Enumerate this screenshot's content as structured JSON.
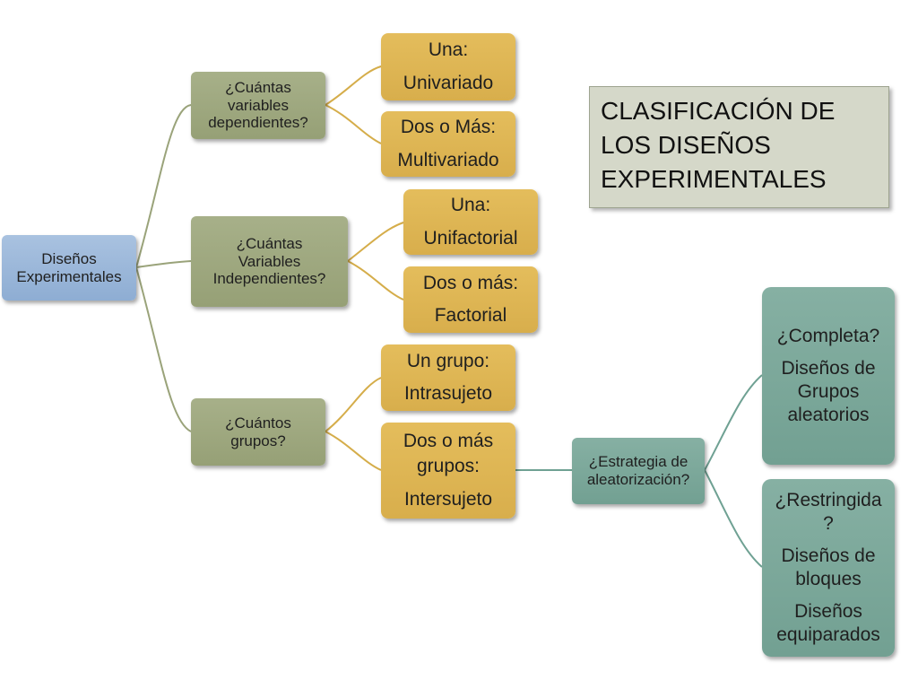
{
  "title": {
    "line1": "CLASIFICACIÓN DE",
    "line2": "LOS DISEÑOS",
    "line3": "EXPERIMENTALES"
  },
  "root": {
    "line1": "Diseños",
    "line2": "Experimentales"
  },
  "q_dependent": {
    "line1": "¿Cuántas",
    "line2": "variables",
    "line3": "dependientes?"
  },
  "q_independent": {
    "line1": "¿Cuántas",
    "line2": "Variables",
    "line3": "Independientes?"
  },
  "q_groups": {
    "line1": "¿Cuántos",
    "line2": "grupos?"
  },
  "univariado": {
    "label": "Una:",
    "value": "Univariado"
  },
  "multivariado": {
    "label": "Dos o Más:",
    "value": "Multivariado"
  },
  "unifactorial": {
    "label": "Una:",
    "value": "Unifactorial"
  },
  "factorial": {
    "label": "Dos o más:",
    "value": "Factorial"
  },
  "intrasujeto": {
    "label": "Un grupo:",
    "value": "Intrasujeto"
  },
  "intersujeto": {
    "label1": "Dos o más",
    "label2": "grupos:",
    "value": "Intersujeto"
  },
  "estrategia": {
    "line1": "¿Estrategia de",
    "line2": "aleatorización?"
  },
  "completa": {
    "label": "¿Completa?",
    "line1": "Diseños de",
    "line2": "Grupos",
    "line3": "aleatorios"
  },
  "restringida": {
    "label1": "¿Restringida",
    "label2": "?",
    "line1": "Diseños de",
    "line2": "bloques",
    "line3": "Diseños",
    "line4": "equiparados"
  },
  "colors": {
    "root": "#9db8da",
    "question": "#9ea67f",
    "answer": "#dfb554",
    "strategy": "#7ea99c",
    "title_bg": "#d5d8c9",
    "connector_olive": "#9aa37a",
    "connector_gold": "#d5ad4a",
    "connector_teal": "#6fa193"
  }
}
